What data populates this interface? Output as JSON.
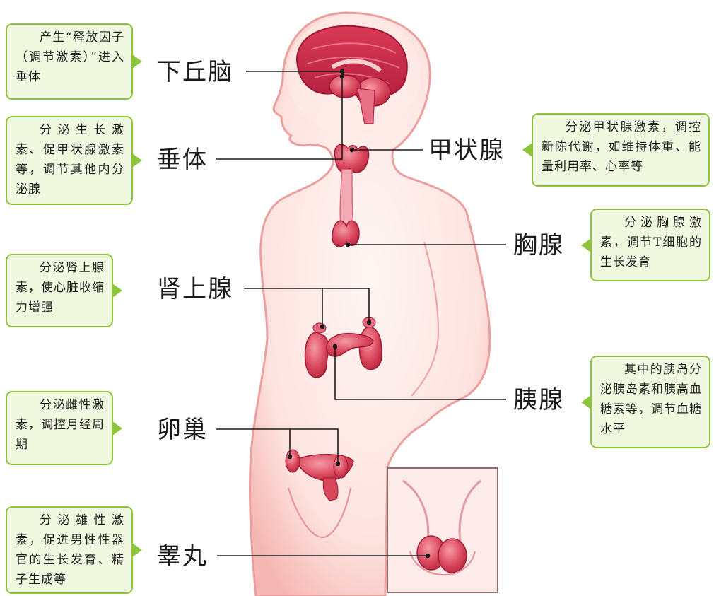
{
  "organs": [
    {
      "id": "hypothalamus",
      "label": "下丘脑",
      "note": "产生“释放因子（调节激素）”进入垂体"
    },
    {
      "id": "pituitary",
      "label": "垂体",
      "note": "分泌生长激素、促甲状腺激素等，调节其他内分泌腺"
    },
    {
      "id": "adrenal",
      "label": "肾上腺",
      "note": "分泌肾上腺素，使心脏收缩力增强"
    },
    {
      "id": "ovary",
      "label": "卵巢",
      "note": "分泌雌性激素，调控月经周期"
    },
    {
      "id": "testis",
      "label": "睾丸",
      "note": "分泌雄性激素，促进男性性器官的生长发育、精子生成等"
    },
    {
      "id": "thyroid",
      "label": "甲状腺",
      "note": "分泌甲状腺激素，调控新陈代谢，如维持体重、能量利用率、心率等"
    },
    {
      "id": "thymus",
      "label": "胸腺",
      "note": "分泌胸腺激素，调节T细胞的生长发育"
    },
    {
      "id": "pancreas",
      "label": "胰腺",
      "note": "其中的胰岛分泌胰岛素和胰高血糖素等，调节血糖水平"
    }
  ],
  "colors": {
    "callout_fill": "#f0f8df",
    "callout_border": "#8cc53c",
    "skin": "#fbe0dc",
    "skin_edge": "#e79a9a",
    "organ": "#d9455b",
    "leader_line": "#1a1a1a"
  }
}
